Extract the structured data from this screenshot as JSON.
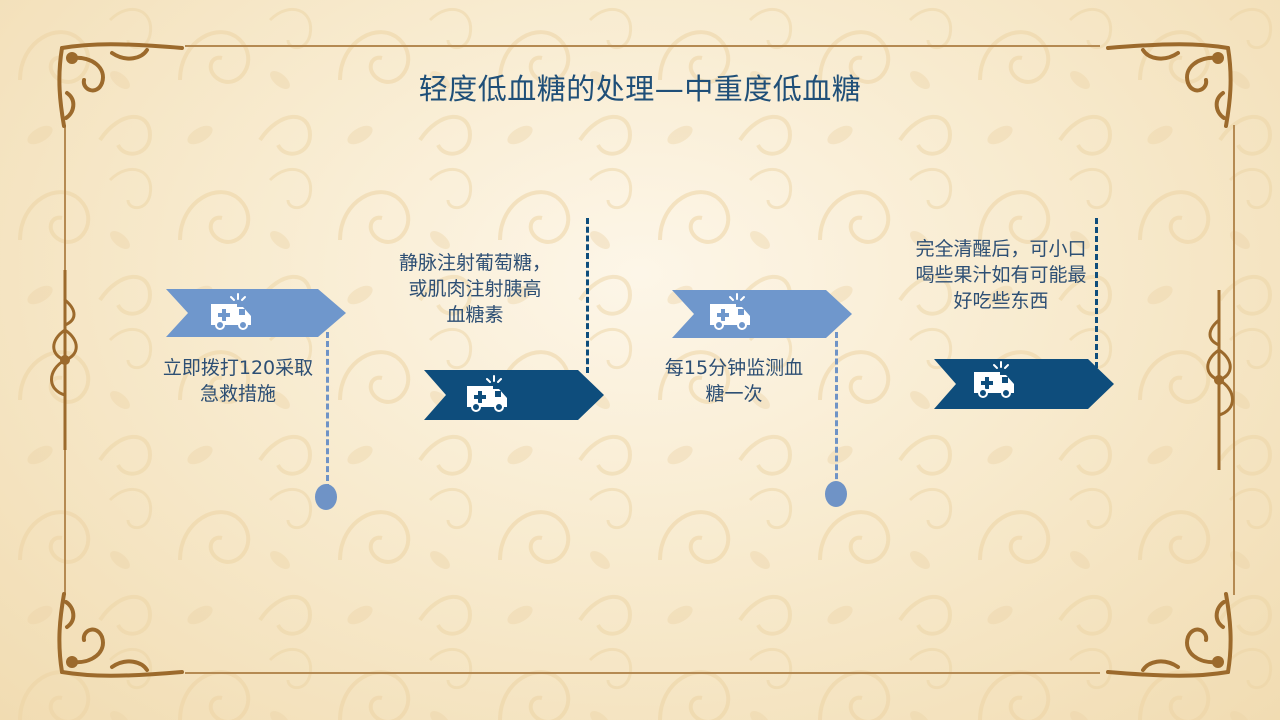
{
  "slide": {
    "title": "轻度低血糖的处理—中重度低血糖"
  },
  "steps": [
    {
      "text_line1": "立即拨打120采取",
      "text_line2": "急救措施",
      "arrow_color": "#6f97cc",
      "icon": "ambulance-icon"
    },
    {
      "text_line1": "静脉注射葡萄糖，",
      "text_line2": "或肌肉注射胰高",
      "text_line3": "血糖素",
      "arrow_color": "#0e4d7c",
      "icon": "ambulance-icon"
    },
    {
      "text_line1": "每15分钟监测血",
      "text_line2": "糖一次",
      "arrow_color": "#6f97cc",
      "icon": "ambulance-icon"
    },
    {
      "text_line1": "完全清醒后，可小口",
      "text_line2": "喝些果汁如有可能最",
      "text_line3": "好吃些东西",
      "arrow_color": "#0e4d7c",
      "icon": "ambulance-icon"
    }
  ],
  "colors": {
    "title": "#1f4f78",
    "light_blue": "#6f97cc",
    "dark_blue": "#0e4d7c",
    "frame": "#b58a52",
    "background": "#f8ebcf"
  }
}
